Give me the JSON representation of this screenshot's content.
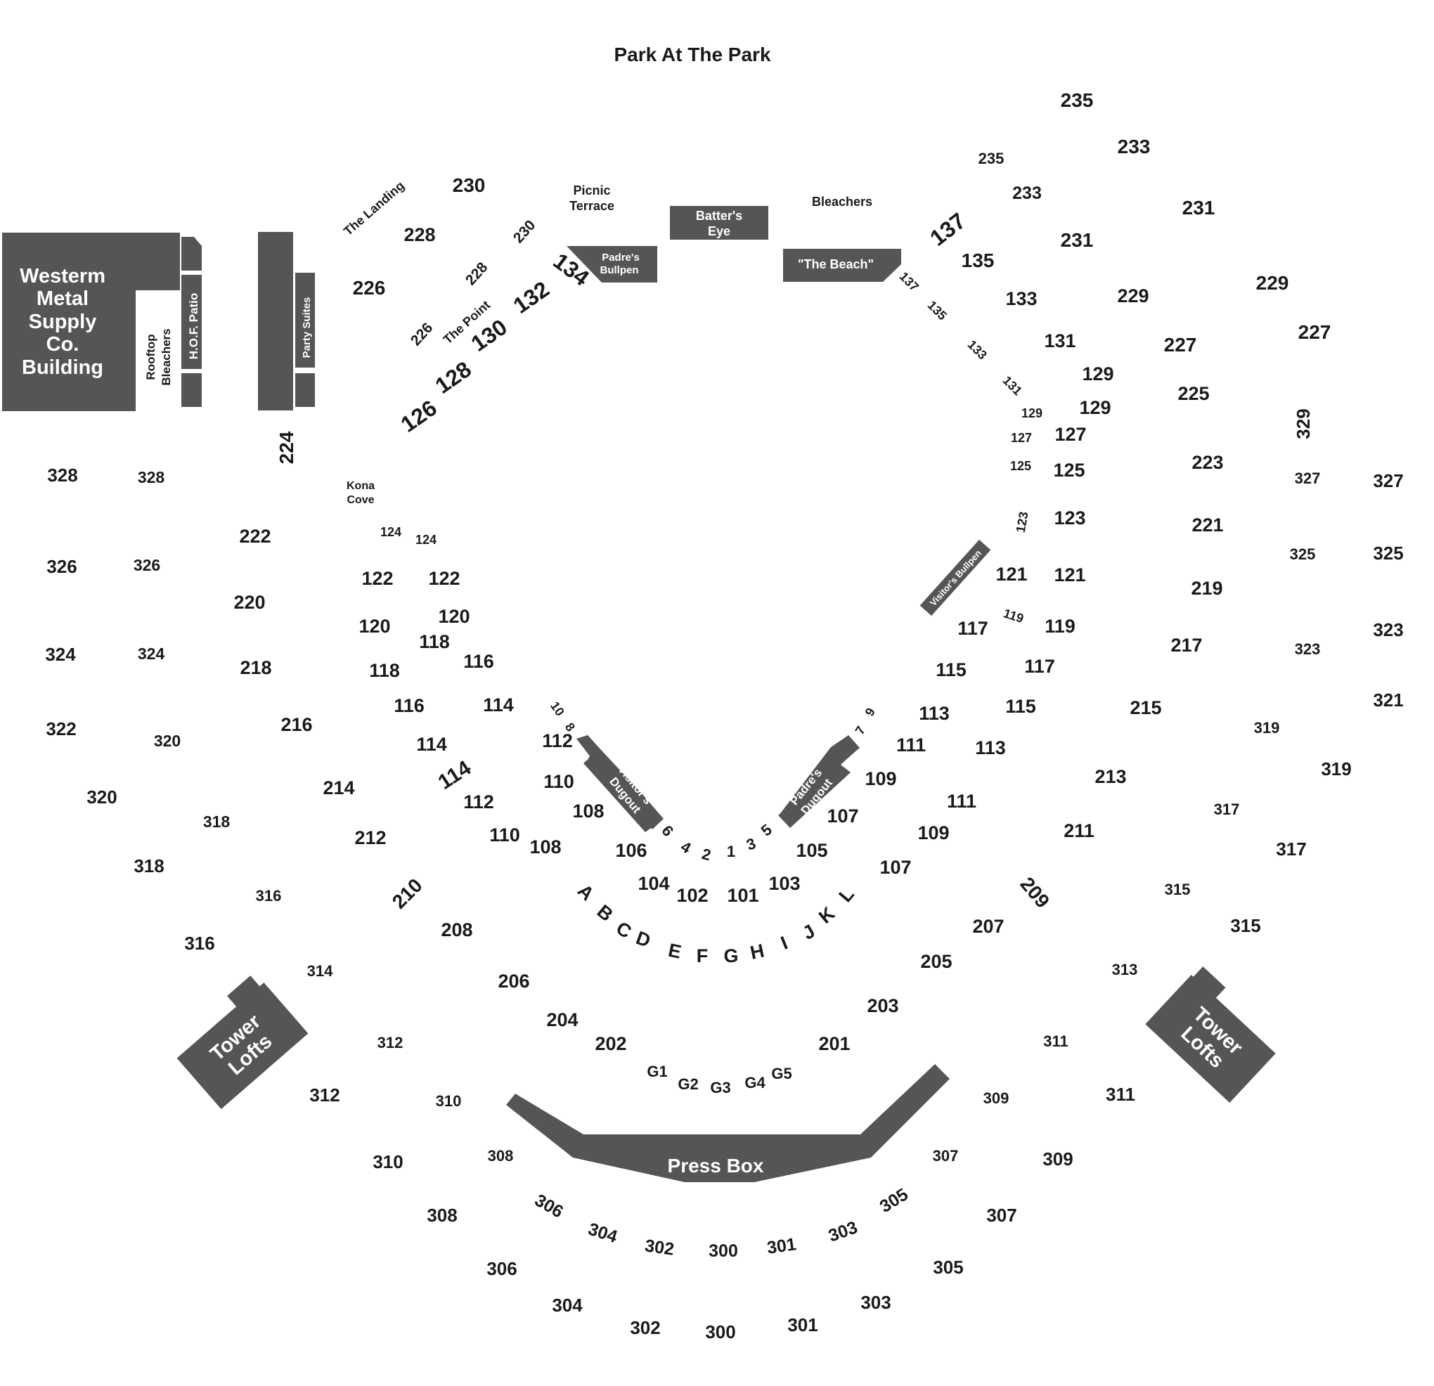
{
  "title": "Park At The Park",
  "buildings": {
    "western_metal": [
      "Westerm",
      "Metal",
      "Supply",
      "Co.",
      "Building"
    ],
    "hof_patio": "H.O.F. Patio",
    "rooftop_bleachers": [
      "Rooftop",
      "Bleachers"
    ],
    "party_suites": "Party Suites",
    "batters_eye": [
      "Batter's",
      "Eye"
    ],
    "padres_bullpen": [
      "Padre's",
      "Bullpen"
    ],
    "the_beach": "\"The Beach\"",
    "visitors_bullpen": "Visitor's Bullpen",
    "visitors_dugout": [
      "Visitor's",
      "Dugout"
    ],
    "padres_dugout": [
      "Padre's",
      "Dugout"
    ],
    "press_box": "Press Box",
    "tower_lofts": [
      "Tower",
      "Lofts"
    ]
  },
  "area_labels": {
    "the_landing": "The Landing",
    "picnic_terrace": [
      "Picnic",
      "Terrace"
    ],
    "bleachers": "Bleachers",
    "the_point": "The Point",
    "kona_cove": [
      "Kona",
      "Cove"
    ]
  },
  "sections": [
    "235",
    "235",
    "233",
    "233",
    "231",
    "231",
    "230",
    "230",
    "229",
    "229",
    "228",
    "228",
    "227",
    "227",
    "226",
    "226",
    "225",
    "224",
    "223",
    "222",
    "221",
    "220",
    "219",
    "218",
    "217",
    "216",
    "215",
    "214",
    "213",
    "212",
    "211",
    "210",
    "209",
    "208",
    "207",
    "206",
    "205",
    "204",
    "203",
    "202",
    "201",
    "137",
    "137",
    "135",
    "135",
    "134",
    "133",
    "133",
    "132",
    "131",
    "131",
    "130",
    "129",
    "129",
    "129",
    "128",
    "127",
    "127",
    "126",
    "125",
    "125",
    "124",
    "124",
    "123",
    "123",
    "122",
    "122",
    "121",
    "121",
    "120",
    "120",
    "119",
    "119",
    "118",
    "118",
    "117",
    "117",
    "116",
    "116",
    "115",
    "115",
    "114",
    "114",
    "114",
    "113",
    "113",
    "112",
    "112",
    "111",
    "111",
    "110",
    "110",
    "109",
    "109",
    "108",
    "108",
    "107",
    "107",
    "106",
    "105",
    "104",
    "103",
    "102",
    "101",
    "10",
    "9",
    "8",
    "7",
    "6",
    "5",
    "4",
    "3",
    "2",
    "1",
    "A",
    "B",
    "C",
    "D",
    "E",
    "F",
    "G",
    "H",
    "I",
    "J",
    "K",
    "L",
    "G1",
    "G2",
    "G3",
    "G4",
    "G5",
    "329",
    "328",
    "328",
    "327",
    "327",
    "326",
    "326",
    "325",
    "325",
    "324",
    "324",
    "323",
    "323",
    "322",
    "321",
    "320",
    "320",
    "319",
    "319",
    "318",
    "318",
    "317",
    "317",
    "316",
    "316",
    "315",
    "315",
    "314",
    "313",
    "312",
    "312",
    "311",
    "311",
    "310",
    "310",
    "309",
    "309",
    "308",
    "308",
    "307",
    "307",
    "306",
    "306",
    "305",
    "305",
    "304",
    "304",
    "303",
    "303",
    "302",
    "302",
    "301",
    "301",
    "300",
    "300"
  ]
}
